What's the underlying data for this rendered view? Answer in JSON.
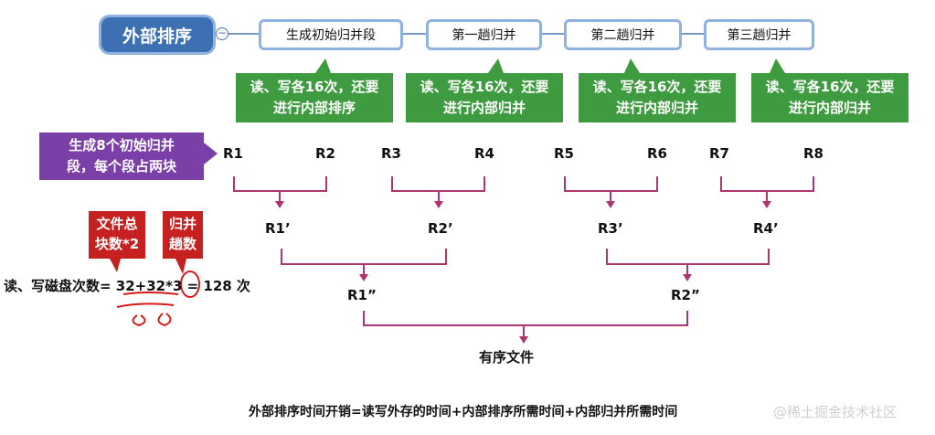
{
  "root": {
    "title": "外部排序"
  },
  "steps": [
    {
      "label": "生成初始归并段"
    },
    {
      "label": "第一趟归并"
    },
    {
      "label": "第二趟归并"
    },
    {
      "label": "第三趟归并"
    }
  ],
  "callouts": [
    {
      "line1": "读、写各16次，还要",
      "line2": "进行内部排序"
    },
    {
      "line1": "读、写各16次，还要",
      "line2": "进行内部归并"
    },
    {
      "line1": "读、写各16次，还要",
      "line2": "进行内部归并"
    },
    {
      "line1": "读、写各16次，还要",
      "line2": "进行内部归并"
    }
  ],
  "note": {
    "line1": "生成8个初始归并",
    "line2": "段，每个段占两块"
  },
  "red_notes": [
    {
      "line1": "文件总",
      "line2": "块数*2"
    },
    {
      "line1": "归并",
      "line2": "趟数"
    }
  ],
  "runs": {
    "level0": [
      "R1",
      "R2",
      "R3",
      "R4",
      "R5",
      "R6",
      "R7",
      "R8"
    ],
    "level1": [
      "R1’",
      "R2’",
      "R3’",
      "R4’"
    ],
    "level2": [
      "R1”",
      "R2”"
    ],
    "result": "有序文件"
  },
  "formula": {
    "prefix": "读、写磁盘次数= 32+32*",
    "circled": "3",
    "suffix": " = 128 次"
  },
  "footer": "外部排序时间开销=读写外存的时间+内部排序所需时间+内部归并所需时间",
  "watermark": "@稀土掘金技术社区",
  "colors": {
    "root_fill": "#3d6fb3",
    "callout_green": "#3f9b3f",
    "note_purple": "#7b3fa8",
    "red": "#c62020",
    "bracket": "#b0356e"
  }
}
